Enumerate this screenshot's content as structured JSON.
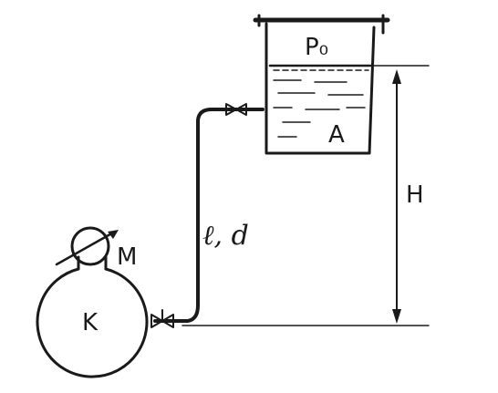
{
  "labels": {
    "tank_pressure": "P₀",
    "tank": "A",
    "pipe": "ℓ, d",
    "height": "H",
    "gauge": "M",
    "vessel": "K"
  },
  "colors": {
    "ink": "#1a1a1a",
    "background": "#ffffff"
  },
  "icons": {
    "gauge": "pressure-gauge-icon",
    "valve": "valve-icon"
  }
}
